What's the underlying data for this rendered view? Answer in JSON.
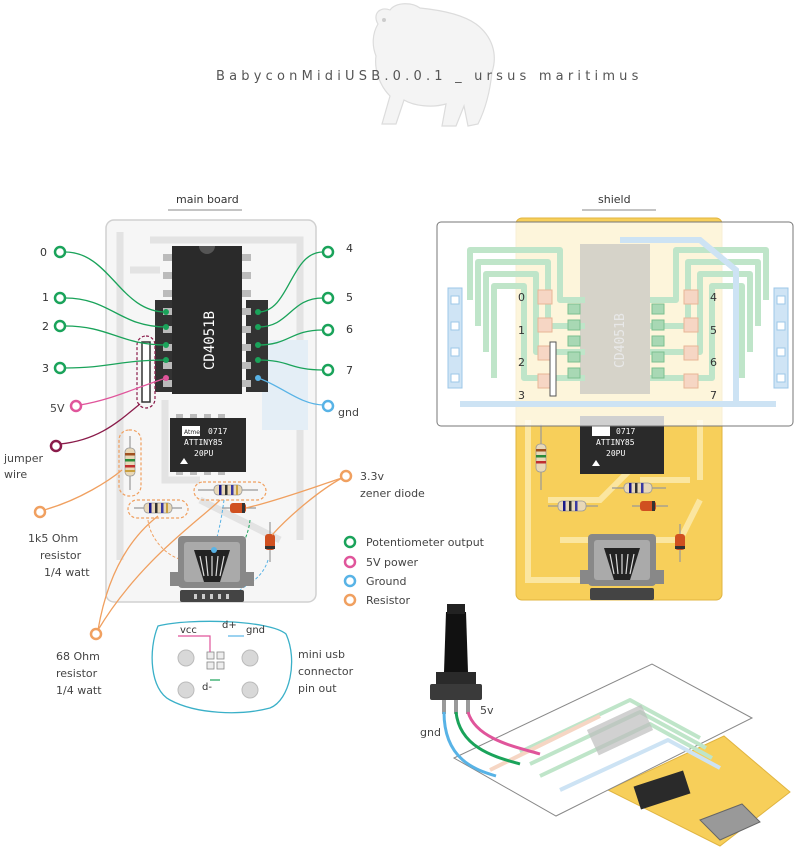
{
  "title": "BabyconMidiUSB.0.0.1 _ ursus maritimus",
  "main_board": {
    "heading": "main board",
    "chip_label": "CD4051B",
    "mcu_line1": "0717",
    "mcu_line2": "ATTINY85",
    "mcu_line3": "20PU",
    "mcu_logo": "Atmel",
    "pins_left": [
      "0",
      "1",
      "2",
      "3"
    ],
    "pins_right": [
      "4",
      "5",
      "6",
      "7"
    ],
    "label_5v": "5V",
    "label_gnd": "gnd",
    "label_jumper": [
      "jumper",
      "wire"
    ],
    "label_r1k5": [
      "1k5 Ohm",
      "resistor",
      "1/4 watt"
    ],
    "label_r68": [
      "68 Ohm",
      "resistor",
      "1/4 watt"
    ],
    "label_zener": [
      "3.3v",
      "zener diode"
    ],
    "usb_pins": {
      "vcc": "vcc",
      "dplus": "d+",
      "gnd": "gnd",
      "dminus": "d-"
    },
    "label_usb": [
      "mini usb",
      "connector",
      "pin out"
    ]
  },
  "legend": [
    {
      "label": "Potentiometer output",
      "color": "#1aa35a"
    },
    {
      "label": "5V power",
      "color": "#e0559b"
    },
    {
      "label": "Ground",
      "color": "#58b3e6"
    },
    {
      "label": "Resistor",
      "color": "#f0a060"
    }
  ],
  "shield": {
    "heading": "shield",
    "chip_label": "CD4051B",
    "mcu_line1": "0717",
    "mcu_line2": "ATTINY85",
    "mcu_line3": "20PU",
    "pins_left": [
      "0",
      "1",
      "2",
      "3"
    ],
    "pins_right": [
      "4",
      "5",
      "6",
      "7"
    ],
    "board_color": "#f7cf5a"
  },
  "potentiometer": {
    "label_gnd": "gnd",
    "label_5v": "5v"
  },
  "colors": {
    "pot_green": "#1aa35a",
    "power_pink": "#e0559b",
    "ground_blue": "#58b3e6",
    "resistor_orange": "#f0a060",
    "jumper_maroon": "#8a1b4a"
  }
}
